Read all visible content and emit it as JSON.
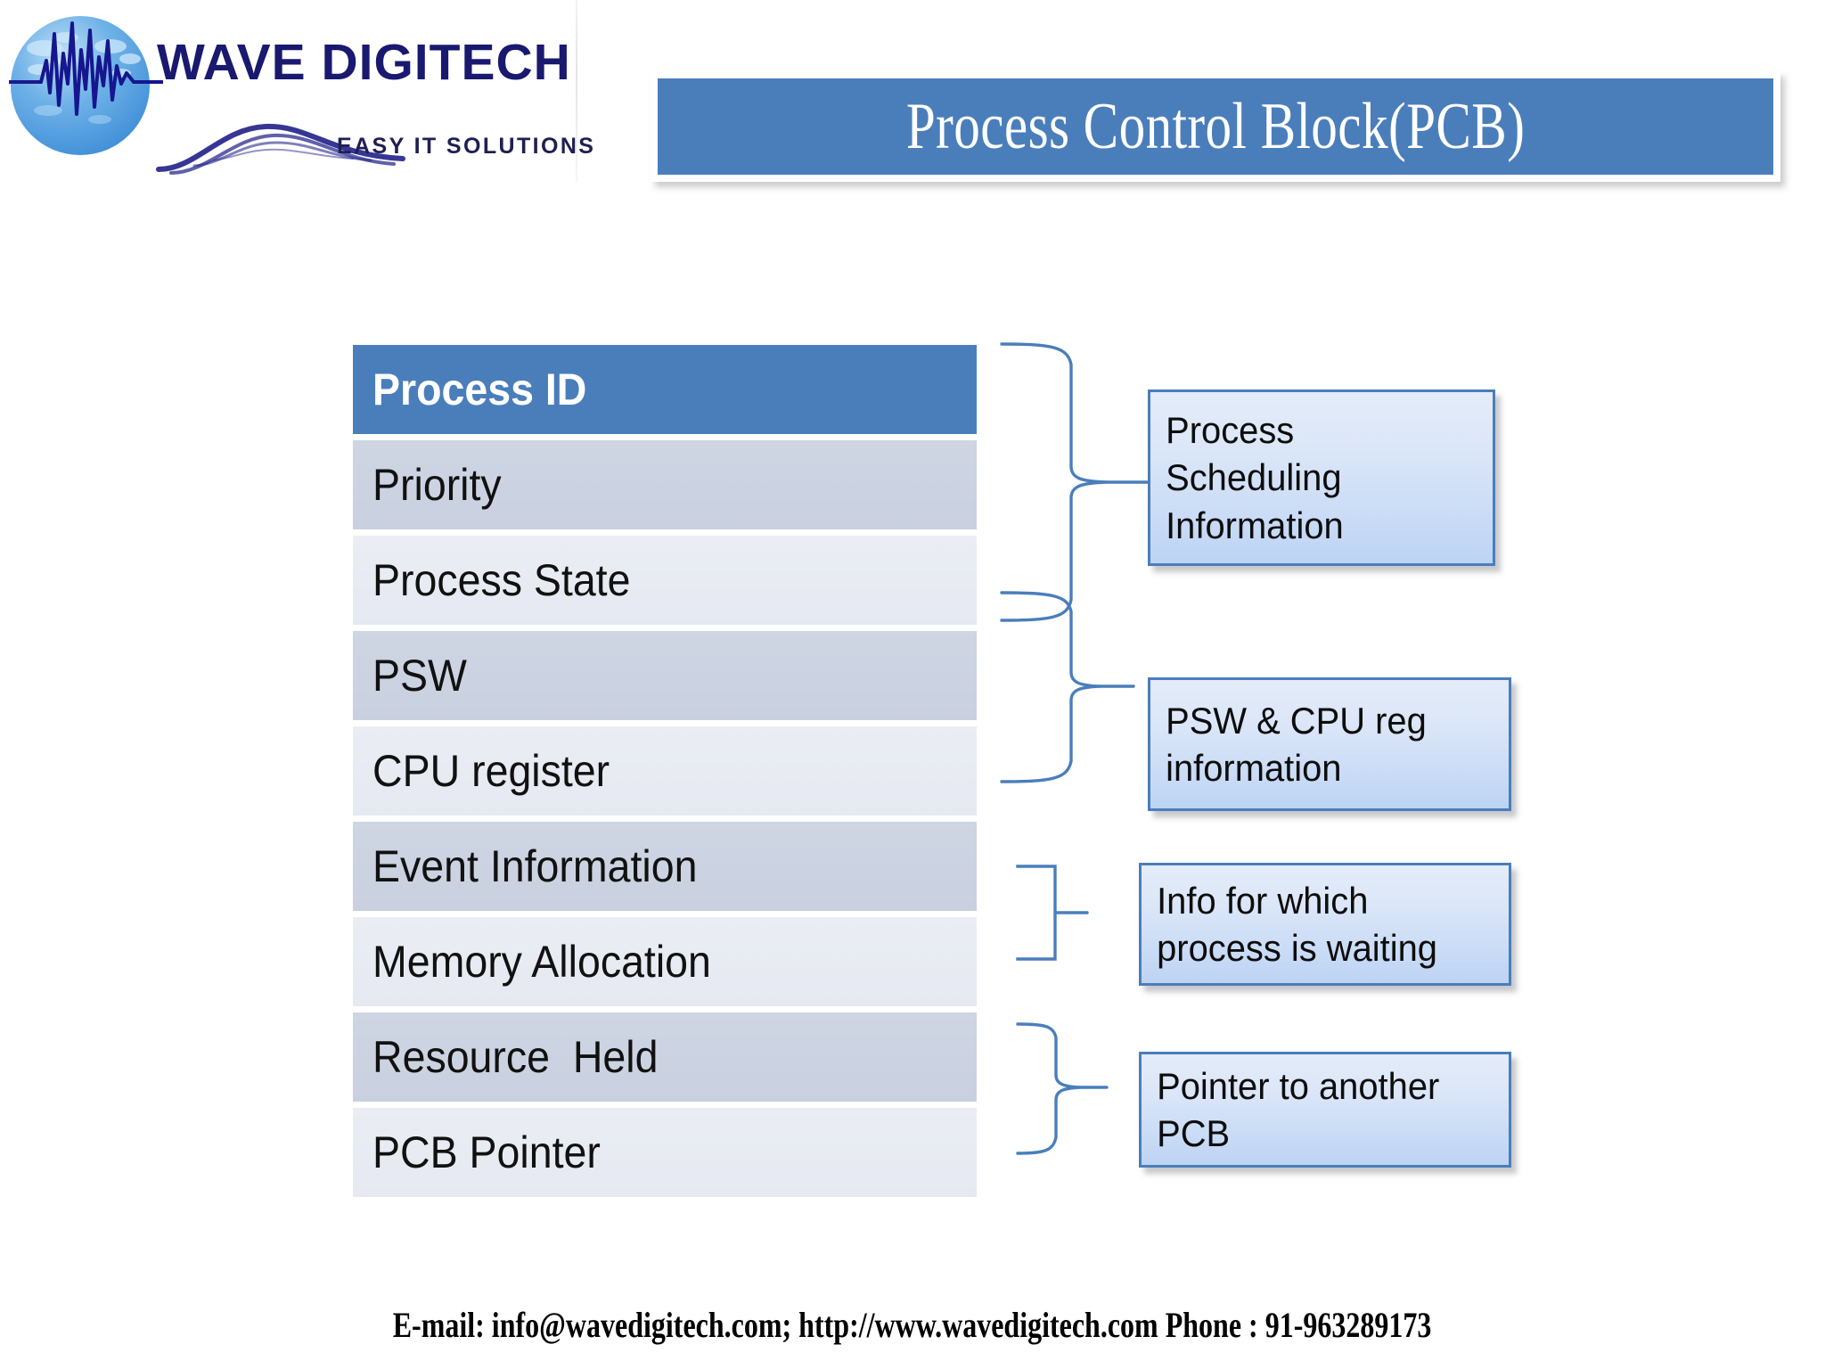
{
  "slide": {
    "background_color": "#FFFFFF",
    "accent_color": "#4A7EBB"
  },
  "logo": {
    "wordmark": "WAVE DIGITECH",
    "tagline": "EASY IT SOLUTIONS",
    "mark_icon": "waveform-circle-icon",
    "brand_color": "#191970",
    "circle_color": "#4D9DE0"
  },
  "title": {
    "text": "Process Control Block(PCB)",
    "bar_color": "#4A7EBB",
    "text_color": "#FFFFFF"
  },
  "pcb_table": {
    "header_color": "#4A7EBB",
    "row_color_a": "#CED5E3",
    "row_color_b": "#EAEDF4",
    "rows": [
      {
        "label": "Process ID",
        "style": "head"
      },
      {
        "label": "Priority",
        "style": "alt-a"
      },
      {
        "label": "Process State",
        "style": "alt-b"
      },
      {
        "label": "PSW",
        "style": "alt-a"
      },
      {
        "label": "CPU register",
        "style": "alt-b"
      },
      {
        "label": "Event Information",
        "style": "alt-a"
      },
      {
        "label": "Memory Allocation",
        "style": "alt-b"
      },
      {
        "label": "Resource  Held",
        "style": "alt-a"
      },
      {
        "label": "PCB Pointer",
        "style": "alt-b"
      }
    ]
  },
  "callouts": [
    {
      "text": "Process Scheduling Information",
      "line1": "Process",
      "line2": "Scheduling",
      "line3": "Information",
      "covers": [
        "Process ID",
        "Priority",
        "Process State"
      ],
      "bracket_style": "curly-brace"
    },
    {
      "text": "PSW & CPU reg information",
      "line1": "PSW & CPU reg",
      "line2": "information",
      "covers": [
        "PSW",
        "CPU register"
      ],
      "bracket_style": "curly-brace"
    },
    {
      "text": "Info for which process is waiting",
      "line1": "Info for which",
      "line2": "process is waiting",
      "covers": [
        "Event Information",
        "Memory Allocation"
      ],
      "bracket_style": "square-bracket"
    },
    {
      "text": "Pointer to another PCB",
      "line1": "Pointer to another",
      "line2": "PCB",
      "covers": [
        "Resource  Held",
        "PCB Pointer"
      ],
      "bracket_style": "curly-brace"
    }
  ],
  "footer": {
    "text": "E-mail: info@wavedigitech.com; http://www.wavedigitech.com Phone : 91-963289173"
  }
}
